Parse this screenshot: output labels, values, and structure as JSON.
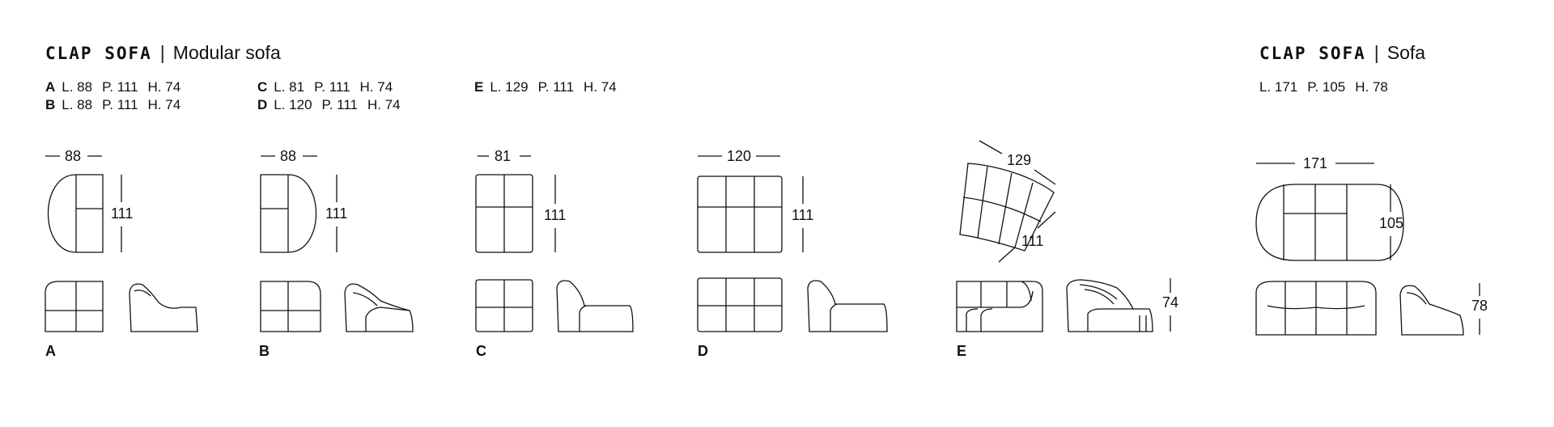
{
  "modular": {
    "brand": "CLAP SOFA",
    "separator": "|",
    "subtitle": "Modular sofa",
    "specs": [
      {
        "letter": "A",
        "l": "L. 88",
        "p": "P. 111",
        "h": "H. 74"
      },
      {
        "letter": "B",
        "l": "L. 88",
        "p": "P. 111",
        "h": "H. 74"
      },
      {
        "letter": "C",
        "l": "L. 81",
        "p": "P. 111",
        "h": "H. 74"
      },
      {
        "letter": "D",
        "l": "L. 120",
        "p": "P. 111",
        "h": "H. 74"
      },
      {
        "letter": "E",
        "l": "L. 129",
        "p": "P. 111",
        "h": "H. 74"
      }
    ]
  },
  "sofa": {
    "brand": "CLAP SOFA",
    "separator": "|",
    "subtitle": "Sofa",
    "spec": {
      "l": "L. 171",
      "p": "P. 105",
      "h": "H. 78"
    }
  },
  "dimensions": {
    "a_width": "88",
    "a_depth": "111",
    "b_width": "88",
    "b_depth": "111",
    "c_width": "81",
    "c_depth": "111",
    "d_width": "120",
    "d_depth": "111",
    "e_width": "129",
    "e_depth": "111",
    "e_height": "74",
    "sofa_width": "171",
    "sofa_depth": "105",
    "sofa_height": "78"
  },
  "module_letters": [
    "A",
    "B",
    "C",
    "D",
    "E"
  ]
}
